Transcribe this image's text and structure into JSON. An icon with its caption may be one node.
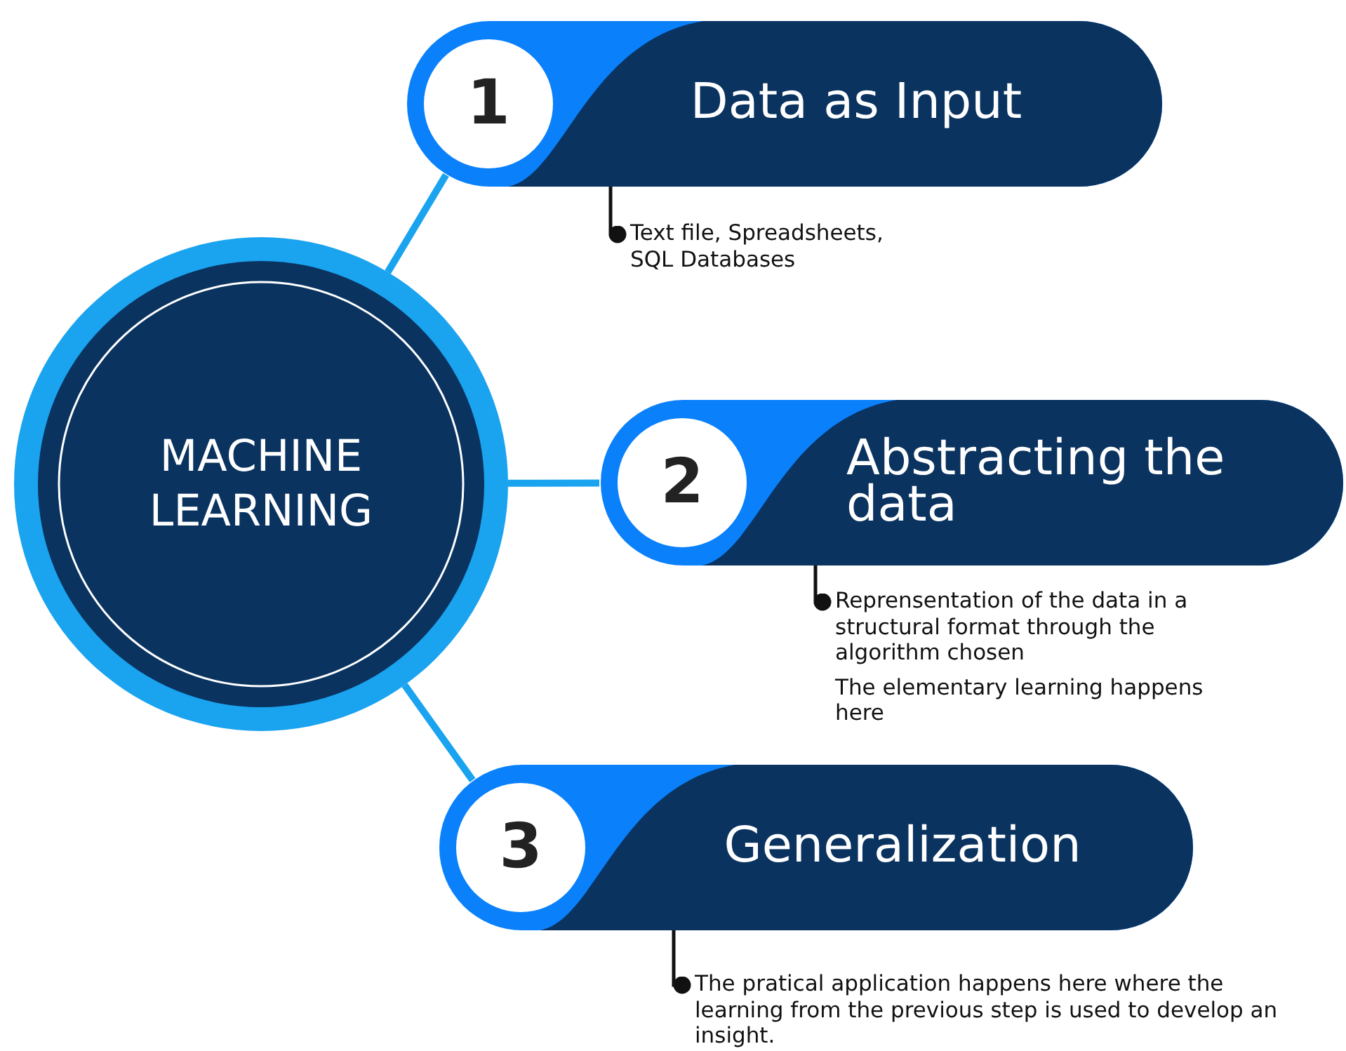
{
  "diagram": {
    "nodes": [
      {
        "text": [
          "MACHINE LEARNING"
        ]
      },
      {
        "text": [
          "1",
          "Data as Input"
        ]
      },
      {
        "text": [
          "Text file, Spreadsheets, SQL Databases"
        ]
      },
      {
        "text": [
          "2",
          "Abstracting the data"
        ]
      },
      {
        "text": [
          "Reprensentation of the data in a structural format through the algorithm chosen",
          "The elementary learning happens here"
        ]
      },
      {
        "text": [
          "3",
          "Generalization"
        ]
      },
      {
        "text": [
          "The pratical application happens here where the learning from the previous step is used to develop an insight."
        ]
      }
    ],
    "edges": [
      {
        "from": 0,
        "to": 1,
        "arrow": "none",
        "style": "thick"
      },
      {
        "from": 0,
        "to": 3,
        "arrow": "none",
        "style": "thick"
      },
      {
        "from": 0,
        "to": 5,
        "arrow": "none",
        "style": "thick"
      },
      {
        "from": 1,
        "to": 2,
        "arrow": "other",
        "color": "#111111"
      },
      {
        "from": 3,
        "to": 4,
        "arrow": "other",
        "color": "#111111"
      },
      {
        "from": 5,
        "to": 6,
        "arrow": "other",
        "color": "#111111"
      }
    ]
  }
}
